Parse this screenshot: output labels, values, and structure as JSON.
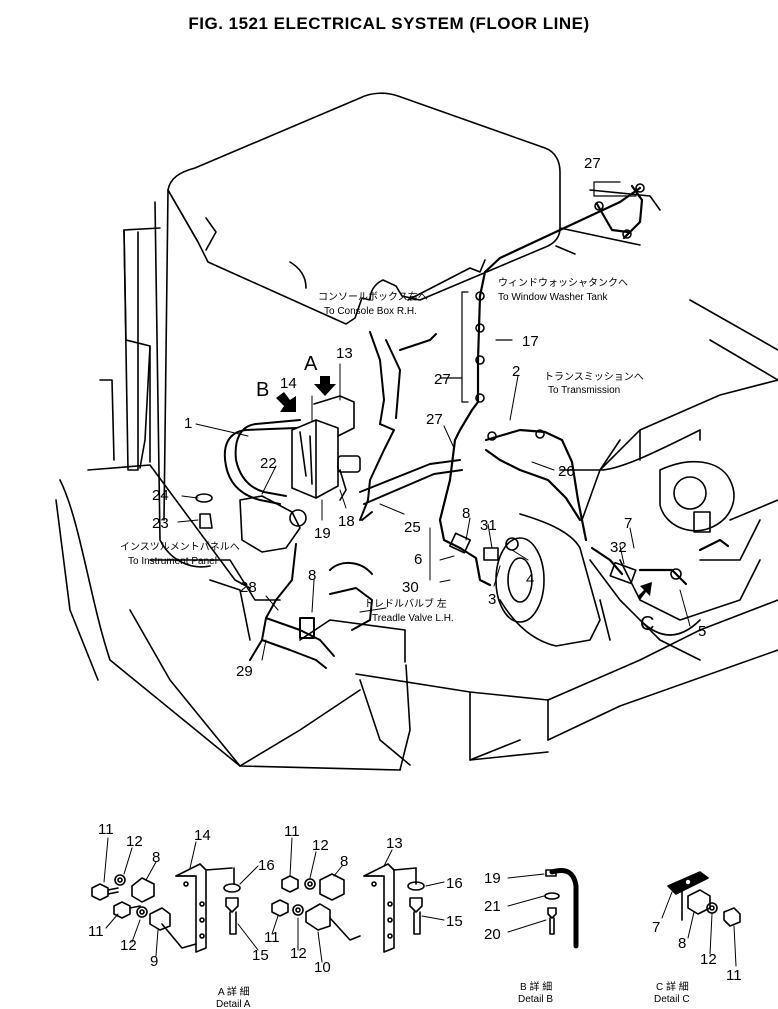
{
  "title": "FIG. 1521  ELECTRICAL SYSTEM (FLOOR LINE)",
  "callouts": {
    "c1": "1",
    "c2": "2",
    "c3": "3",
    "c4": "4",
    "c5": "5",
    "c6": "6",
    "c7": "7",
    "c8a": "8",
    "c8b": "8",
    "c13": "13",
    "c14": "14",
    "c17": "17",
    "c18": "18",
    "c19": "19",
    "c22": "22",
    "c23": "23",
    "c24": "24",
    "c25": "25",
    "c26": "26",
    "c27a": "27",
    "c27b": "27",
    "c27c": "27",
    "c28": "28",
    "c29": "29",
    "c30": "30",
    "c31": "31",
    "c32": "32"
  },
  "view_letters": {
    "A": "A",
    "B": "B",
    "C": "C"
  },
  "annotations": {
    "console_jp": "コンソールボックス右へ",
    "console_en": "To Console Box R.H.",
    "washer_jp": "ウィンドウォッシャタンクへ",
    "washer_en": "To Window Washer Tank",
    "trans_jp": "トランスミッションへ",
    "trans_en": "To Transmission",
    "instr_jp": "インスツルメントパネルへ",
    "instr_en": "To Instrument Panel",
    "treadle_jp": "トレドルバルブ 左",
    "treadle_en": "Treadle Valve L.H."
  },
  "detail_a": {
    "label_jp": "A 詳 細",
    "label_en": "Detail A",
    "left": {
      "n11a": "11",
      "n12a": "12",
      "n8": "8",
      "n14": "14",
      "n16": "16",
      "n11b": "11",
      "n12b": "12",
      "n9": "9",
      "n15": "15"
    },
    "right": {
      "n11a": "11",
      "n12a": "12",
      "n8": "8",
      "n13": "13",
      "n16": "16",
      "n11b": "11",
      "n12b": "12",
      "n10": "10",
      "n15": "15"
    }
  },
  "detail_b": {
    "label_jp": "B 詳 細",
    "label_en": "Detail B",
    "n19": "19",
    "n21": "21",
    "n20": "20"
  },
  "detail_c": {
    "label_jp": "C 詳 細",
    "label_en": "Detail C",
    "n7": "7",
    "n8": "8",
    "n12": "12",
    "n11": "11"
  }
}
